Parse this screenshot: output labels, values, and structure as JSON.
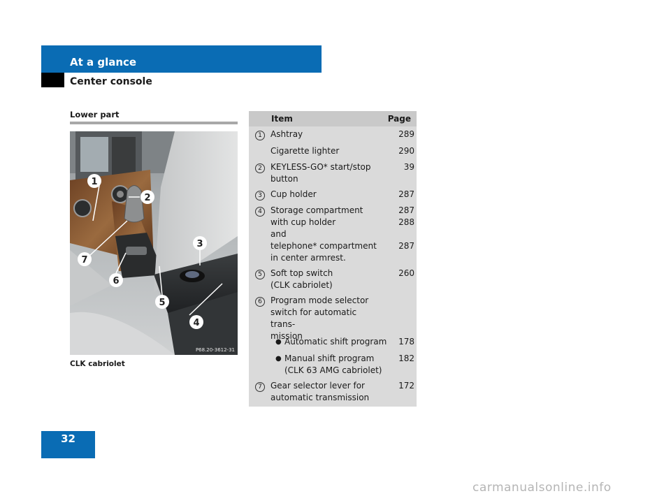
{
  "header": {
    "title": "At a glance",
    "subtitle": "Center console"
  },
  "section": {
    "label": "Lower part",
    "caption": "CLK cabriolet",
    "image_code": "P68.20-3612-31"
  },
  "callouts": [
    "1",
    "2",
    "3",
    "4",
    "5",
    "6",
    "7"
  ],
  "table": {
    "col_item": "Item",
    "col_page": "Page",
    "rows": [
      {
        "num": "1",
        "lines": [
          "Ashtray"
        ],
        "pages": [
          "289"
        ]
      },
      {
        "num": "",
        "lines": [
          "Cigarette lighter"
        ],
        "pages": [
          "290"
        ]
      },
      {
        "num": "2",
        "lines": [
          "KEYLESS-GO* start/stop",
          "button"
        ],
        "pages": [
          "39"
        ]
      },
      {
        "num": "3",
        "lines": [
          "Cup holder"
        ],
        "pages": [
          "287"
        ]
      },
      {
        "num": "4",
        "lines": [
          "Storage compartment",
          "with cup holder",
          "and",
          "telephone* compartment",
          "in center armrest."
        ],
        "pages": [
          "287",
          "288",
          "",
          "287"
        ]
      },
      {
        "num": "5",
        "lines": [
          "Soft top switch",
          "(CLK cabriolet)"
        ],
        "pages": [
          "260"
        ]
      },
      {
        "num": "6",
        "lines": [
          "Program mode selector",
          "switch for automatic trans-",
          "mission"
        ],
        "pages": [
          ""
        ]
      },
      {
        "num": "",
        "bullet": true,
        "lines": [
          "Automatic shift program"
        ],
        "pages": [
          "178"
        ]
      },
      {
        "num": "",
        "bullet": true,
        "lines": [
          "Manual shift program",
          "(CLK 63 AMG cabriolet)"
        ],
        "pages": [
          "182"
        ]
      },
      {
        "num": "7",
        "lines": [
          "Gear selector lever for",
          "automatic transmission"
        ],
        "pages": [
          "172"
        ]
      }
    ]
  },
  "page_number": "32",
  "watermark": "carmanualsonline.info",
  "colors": {
    "accent": "#0a6cb4",
    "table_bg": "#dadada",
    "table_header": "#c9c9c9"
  }
}
